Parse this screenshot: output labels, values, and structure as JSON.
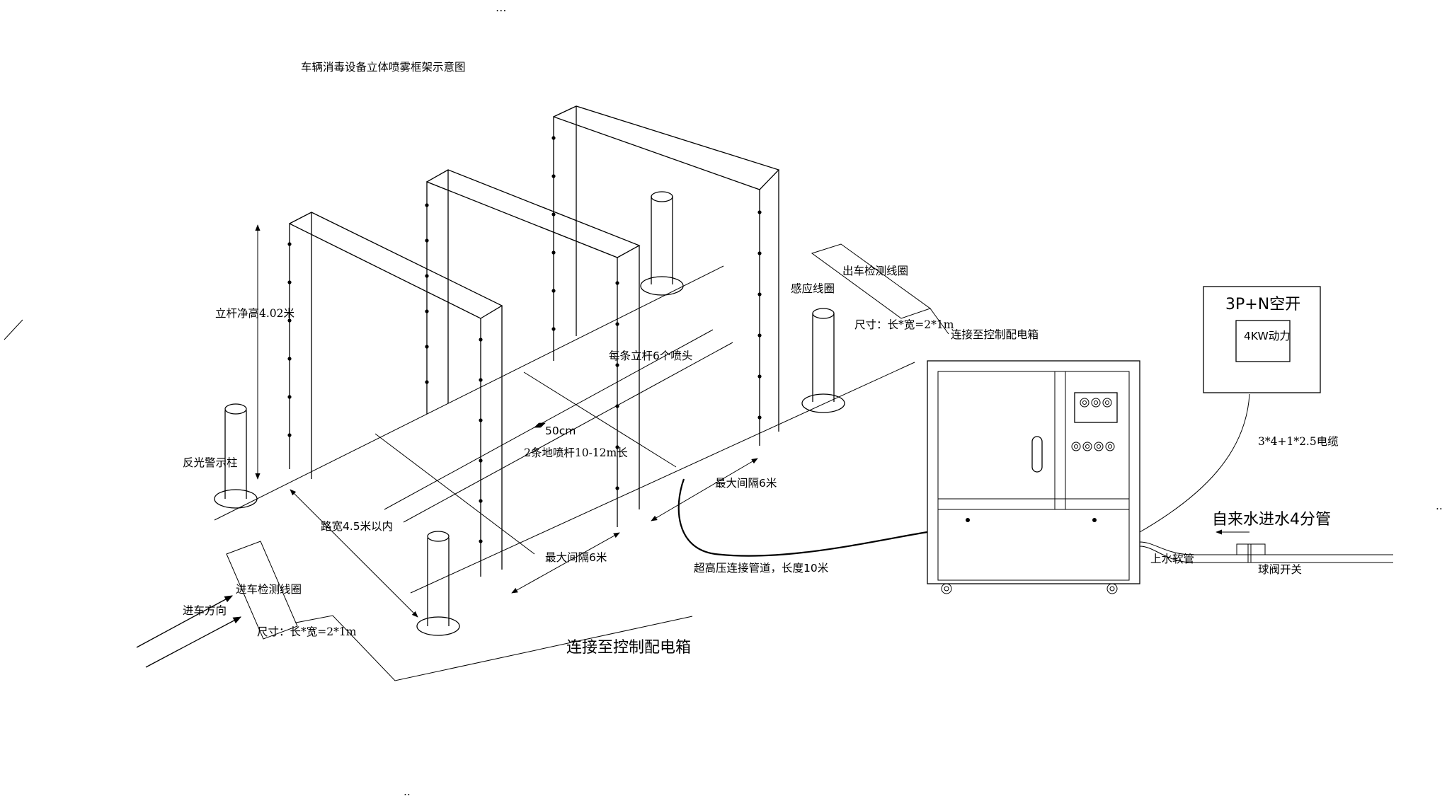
{
  "title": "车辆消毒设备立体喷雾框架示意图",
  "labels": {
    "pole_height": "立杆净高4.02米",
    "warning_post": "反光警示柱",
    "road_width": "路宽4.5米以内",
    "entry_direction": "进车方向",
    "entry_coil": "进车检测线圈",
    "entry_coil_size": "尺寸：长*宽=2*1m",
    "to_control_box_bottom": "连接至控制配电箱",
    "max_gap_1": "最大间隔6米",
    "nozzles_per_pole": "每条立杆6个喷头",
    "spacing_50cm": "50cm",
    "ground_bars": "2条地喷杆10-12m长",
    "max_gap_2": "最大间隔6米",
    "sensor_coil": "感应线圈",
    "exit_coil": "出车检测线圈",
    "exit_coil_size": "尺寸：长*宽=2*1m",
    "to_control_box_right": "连接至控制配电箱",
    "hp_pipe": "超高压连接管道，长度10米",
    "breaker": "3P+N空开",
    "power": "4KW动力",
    "cable": "3*4+1*2.5电缆",
    "water_inlet": "自来水进水4分管",
    "hose": "上水软管",
    "valve": "球阀开关",
    "dots_top": "…",
    "dots_bottom": "..",
    "dots_right": ".."
  }
}
